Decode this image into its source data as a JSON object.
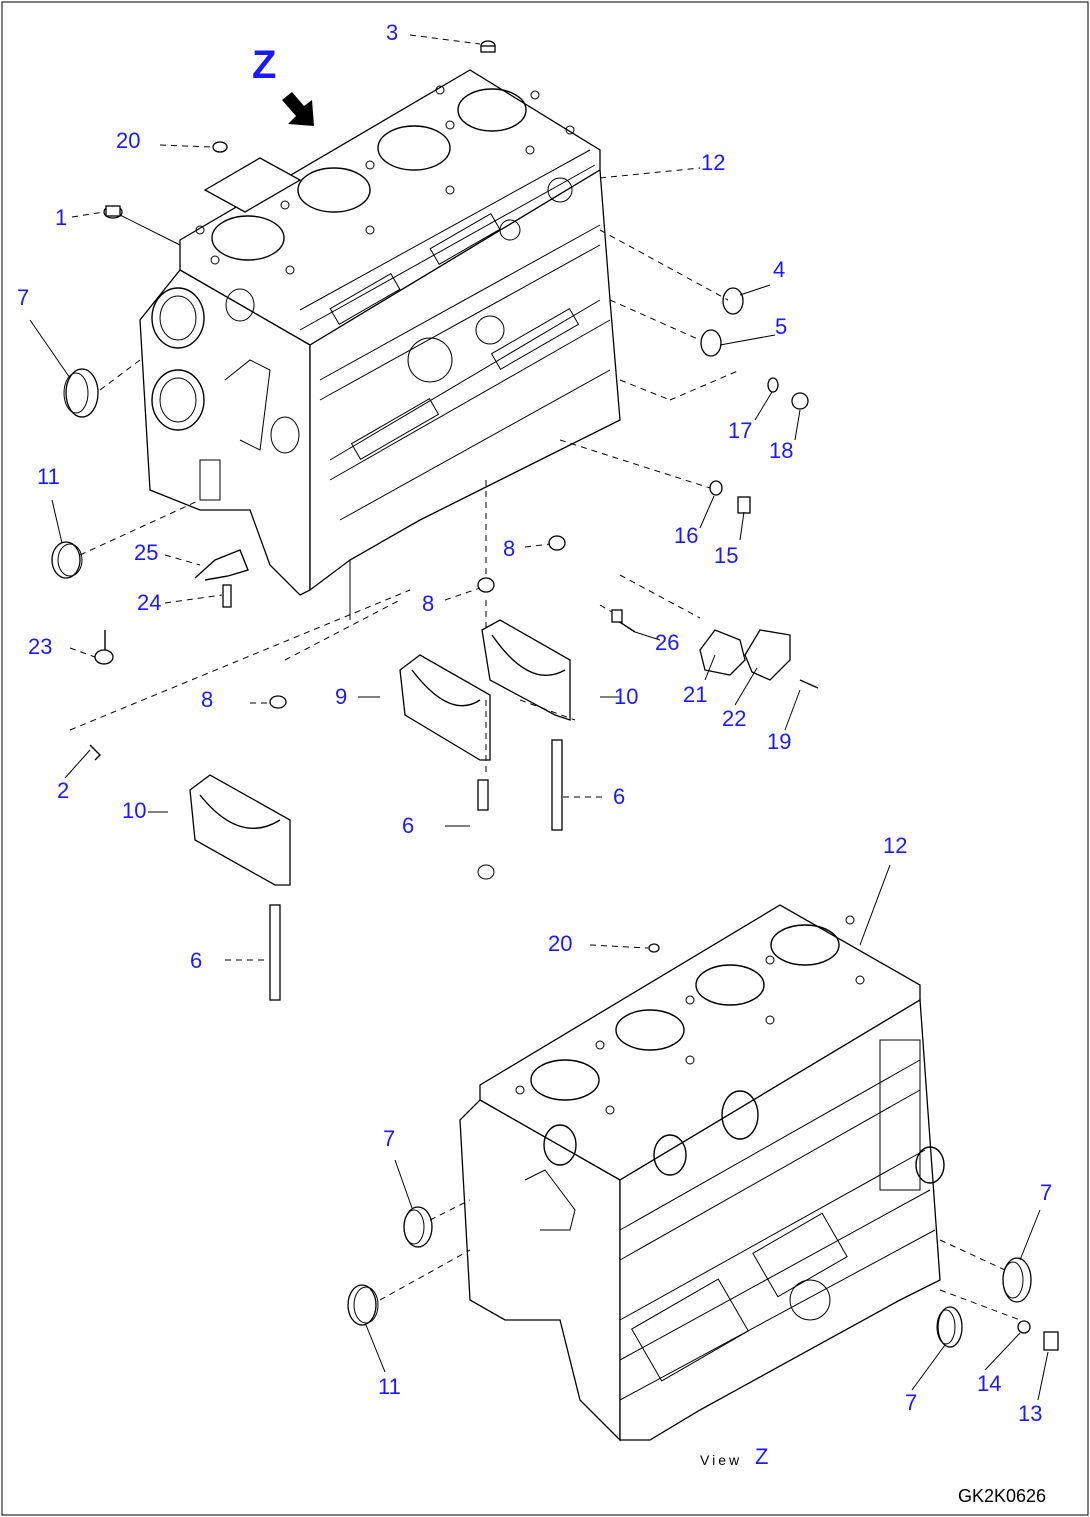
{
  "view_marker": "Z",
  "view_caption": {
    "word": "View",
    "letter": "Z"
  },
  "drawing_code": "GK2K0626",
  "callouts": {
    "c3": "3",
    "c20a": "20",
    "c12a": "12",
    "c1": "1",
    "c7a": "7",
    "c4": "4",
    "c5": "5",
    "c17": "17",
    "c18": "18",
    "c11a": "11",
    "c16": "16",
    "c15": "15",
    "c25": "25",
    "c8a": "8",
    "c24": "24",
    "c8b": "8",
    "c26": "26",
    "c23": "23",
    "c8c": "8",
    "c9": "9",
    "c10a": "10",
    "c21": "21",
    "c22": "22",
    "c19": "19",
    "c2": "2",
    "c6a": "6",
    "c10b": "10",
    "c6b": "6",
    "c6c": "6",
    "c12b": "12",
    "c20b": "20",
    "c7b": "7",
    "c7c": "7",
    "c11b": "11",
    "c14": "14",
    "c7d": "7",
    "c13": "13"
  }
}
